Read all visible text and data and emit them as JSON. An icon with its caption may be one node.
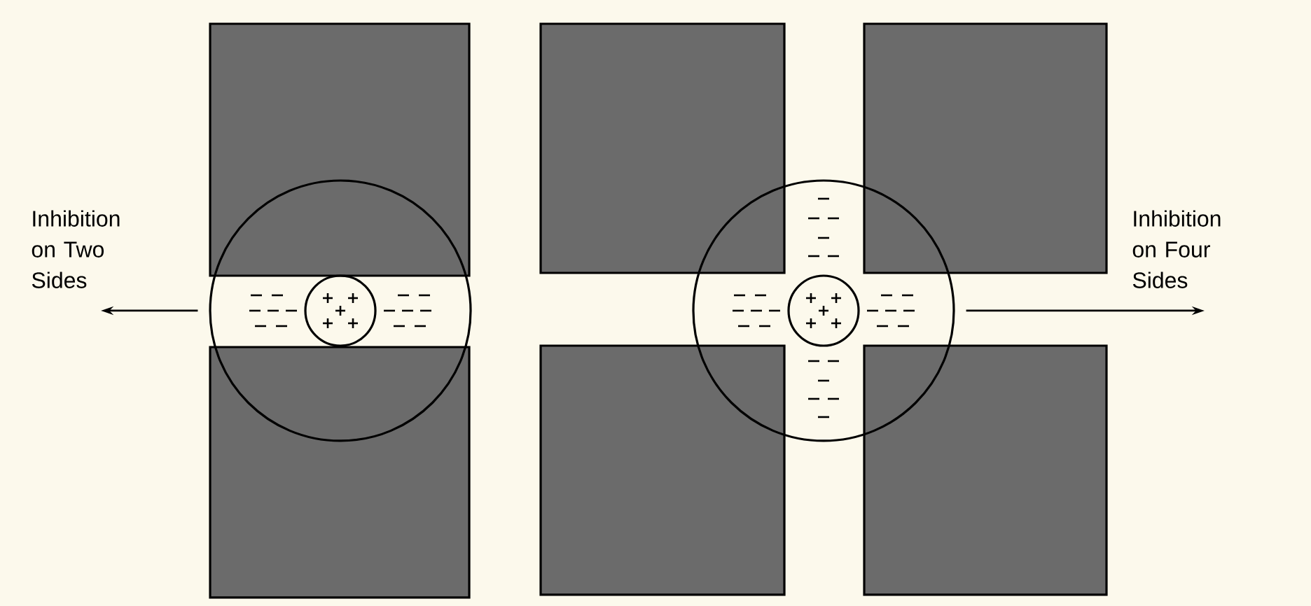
{
  "diagram": {
    "nodes": [
      {
        "text": [],
        "shape": "circle"
      },
      {
        "text": [],
        "shape": "circle",
        "in": 0
      },
      {
        "text": [],
        "shape": "circle"
      },
      {
        "text": [],
        "shape": "circle",
        "in": 2
      },
      {
        "text": [
          "Inhibition on Two Sides"
        ]
      },
      {
        "text": [
          "Inhibition on Four Sides"
        ]
      },
      {
        "text": [],
        "shape": "box"
      },
      {
        "text": [],
        "shape": "box"
      },
      {
        "text": [],
        "shape": "box"
      },
      {
        "text": [],
        "shape": "box"
      },
      {
        "text": [],
        "shape": "box"
      },
      {
        "text": [],
        "shape": "box"
      }
    ],
    "edges": [
      {
        "from": 0,
        "to": 4,
        "arrow": "to"
      },
      {
        "from": 2,
        "to": 5,
        "arrow": "to"
      }
    ]
  }
}
